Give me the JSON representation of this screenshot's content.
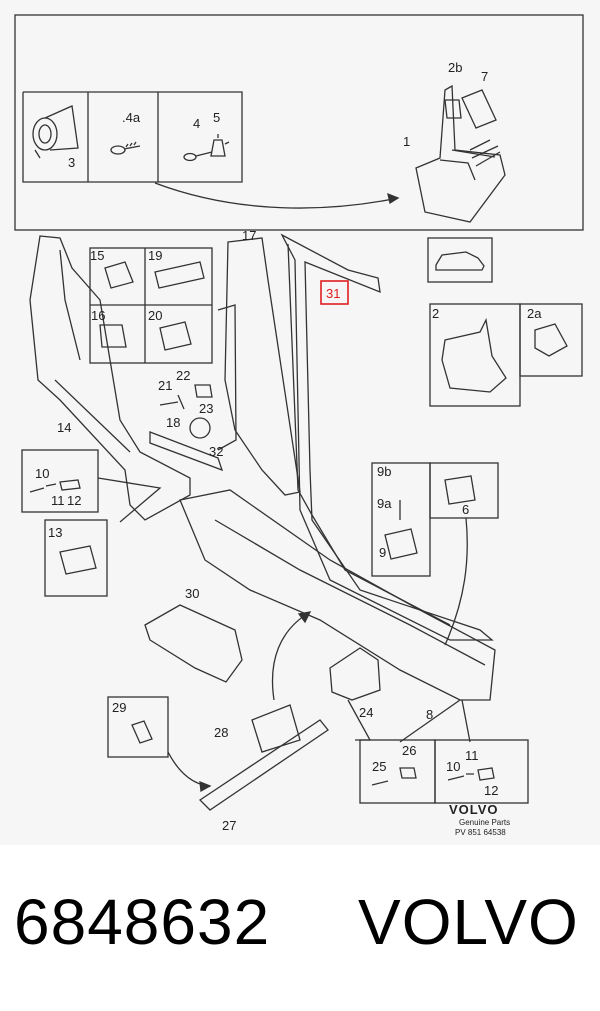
{
  "callouts": {
    "c1": "1",
    "c2": "2",
    "c2a": "2a",
    "c2b": "2b",
    "c3": "3",
    "c4": "4",
    "c4a": ".4a",
    "c5": "5",
    "c6": "6",
    "c7": "7",
    "c8": "8",
    "c9": "9",
    "c9a": "9a",
    "c9b": "9b",
    "c10a": "10",
    "c10b": "10",
    "c11a": "11",
    "c11b": "11",
    "c12a": "12",
    "c12b": "12",
    "c13": "13",
    "c14": "14",
    "c15": "15",
    "c16": "16",
    "c17": "17",
    "c18": "18",
    "c19": "19",
    "c20": "20",
    "c21": "21",
    "c22": "22",
    "c23": "23",
    "c24": "24",
    "c25": "25",
    "c26": "26",
    "c27": "27",
    "c28": "28",
    "c29": "29",
    "c30": "30",
    "c31": "31",
    "c32": "32"
  },
  "logo": {
    "brand": "VOLVO",
    "line1": "Genuine Parts",
    "code": "PV 851 64538"
  },
  "highlight_color": "#e0201f",
  "footer": {
    "part_number": "6848632",
    "brand": "VOLVO"
  }
}
